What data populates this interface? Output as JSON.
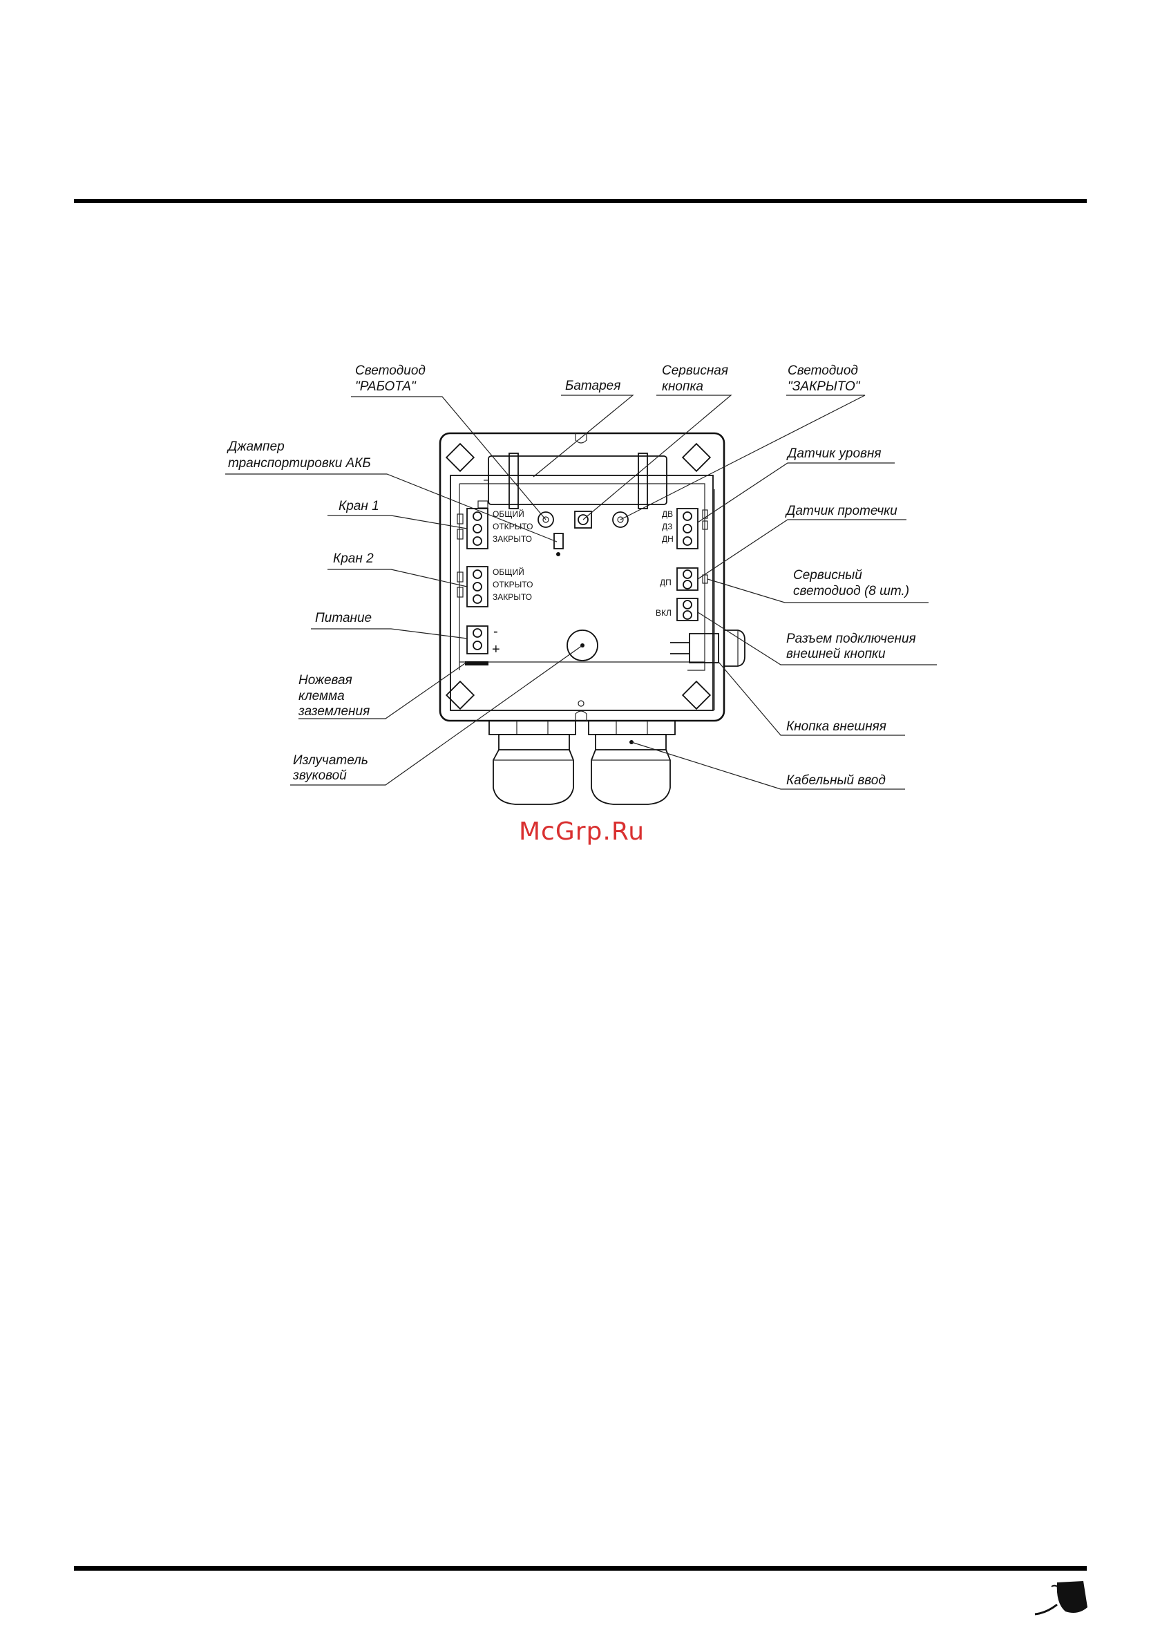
{
  "callouts": {
    "led_work": [
      "Светодиод",
      "\"РАБОТА\""
    ],
    "battery": "Батарея",
    "service_button": [
      "Сервисная",
      "кнопка"
    ],
    "led_closed": [
      "Светодиод",
      "\"ЗАКРЫТО\""
    ],
    "jumper": [
      "Джампер",
      "транспортировки АКБ"
    ],
    "valve1": "Кран 1",
    "valve2": "Кран 2",
    "power": "Питание",
    "ground": [
      "Ножевая",
      "клемма",
      "заземления"
    ],
    "buzzer": [
      "Излучатель",
      "звуковой"
    ],
    "level_sensor": "Датчик уровня",
    "leak_sensor": "Датчик протечки",
    "service_led": [
      "Сервисный",
      "светодиод (8 шт.)"
    ],
    "ext_connector": [
      "Разъем подключения",
      "внешней кнопки"
    ],
    "ext_button": "Кнопка внешняя",
    "cable_entry": "Кабельный ввод"
  },
  "terminal_labels": {
    "valve1": [
      "ОБЩИЙ",
      "ОТКРЫТО",
      "ЗАКРЫТО"
    ],
    "valve2": [
      "ОБЩИЙ",
      "ОТКРЫТО",
      "ЗАКРЫТО"
    ],
    "level": [
      "ДВ",
      "ДЗ",
      "ДН"
    ],
    "leak": "ДП",
    "on": "ВКЛ",
    "minus": "-",
    "plus": "+"
  },
  "watermark": "McGrp.Ru",
  "logo_icon": "stingray-logo-icon"
}
